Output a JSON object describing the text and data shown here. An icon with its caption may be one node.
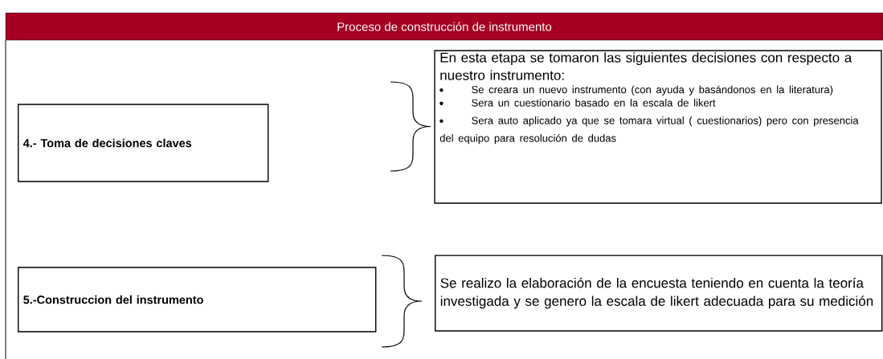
{
  "diagram": {
    "title": "Proceso de construcción de instrumento",
    "nodes": [
      {
        "text": [
          "4.- Toma de decisiones claves"
        ]
      },
      {
        "text": [
          "En esta etapa se tomaron las siguientes decisiones con respecto a nuestro instrumento:",
          "Se creara un nuevo instrumento (con ayuda y basándonos en la literatura)",
          "Sera un cuestionario basado en la escala de likert",
          "Sera auto aplicado ya que se tomara virtual ( cuestionarios) pero con presencia del equipo para resolución de dudas"
        ]
      },
      {
        "text": [
          "5.-Construccion del instrumento"
        ]
      },
      {
        "text": [
          "Se realizo la elaboración de la encuesta teniendo en cuenta la teoría investigada y se genero la escala de likert adecuada para su medición"
        ]
      }
    ]
  }
}
